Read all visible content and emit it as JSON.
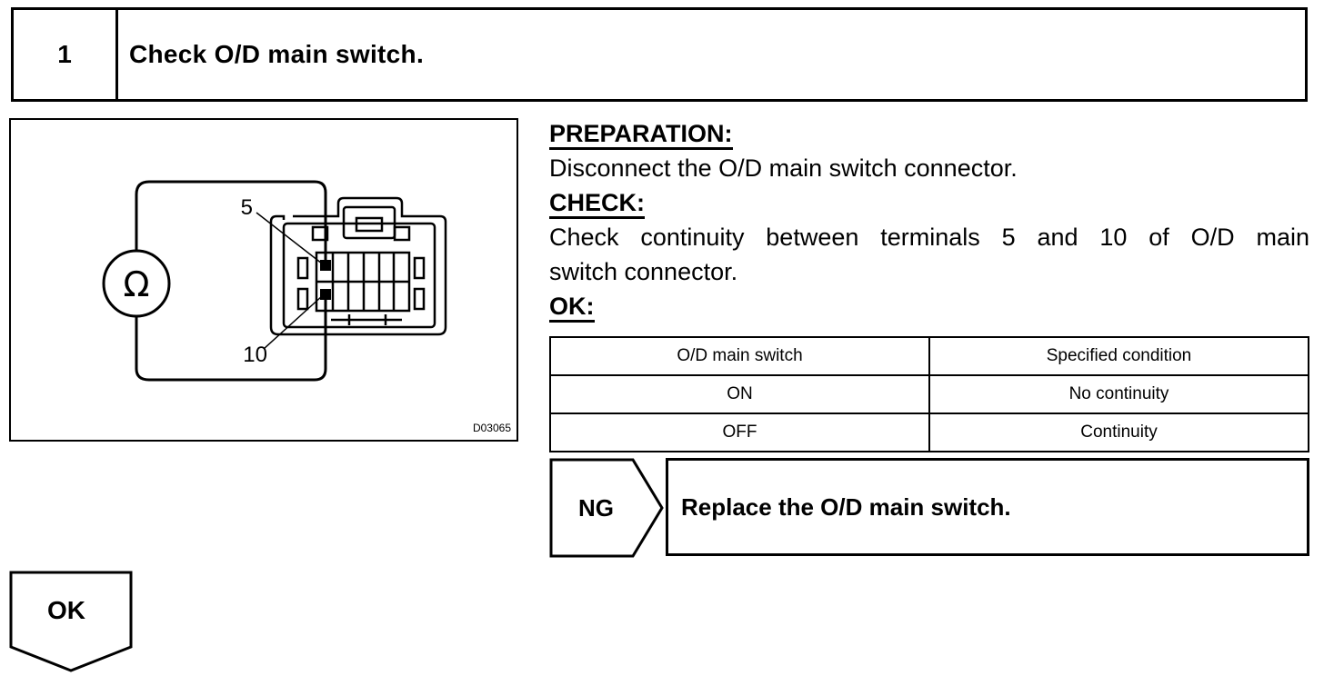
{
  "step": {
    "number": "1",
    "title": "Check O/D main switch."
  },
  "diagram": {
    "ohm_symbol": "Ω",
    "terminal_a": "5",
    "terminal_b": "10",
    "figure_code": "D03065"
  },
  "preparation": {
    "heading": "PREPARATION:",
    "text": "Disconnect the O/D main switch connector."
  },
  "check": {
    "heading": "CHECK:",
    "line1": "Check continuity between terminals 5 and 10 of O/D main",
    "line2": "switch connector."
  },
  "ok_section": {
    "heading": "OK:"
  },
  "spec_table": {
    "headers": [
      "O/D main switch",
      "Specified condition"
    ],
    "rows": [
      [
        "ON",
        "No continuity"
      ],
      [
        "OFF",
        "Continuity"
      ]
    ]
  },
  "ng_result": {
    "label": "NG",
    "action": "Replace the O/D main switch."
  },
  "ok_result": {
    "label": "OK"
  }
}
